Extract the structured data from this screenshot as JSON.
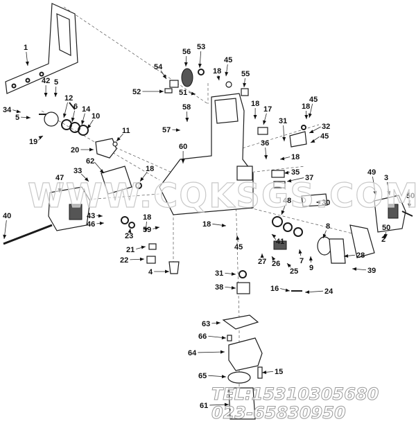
{
  "figure": {
    "watermark": "WWW.CQKSGS.COM",
    "contact_tel": "TEL:15310305680",
    "contact_phone": "023-65830950"
  },
  "callouts": [
    {
      "id": "c1",
      "label": "1"
    },
    {
      "id": "c42",
      "label": "42"
    },
    {
      "id": "c5a",
      "label": "5"
    },
    {
      "id": "c34",
      "label": "34"
    },
    {
      "id": "c5b",
      "label": "5"
    },
    {
      "id": "c12",
      "label": "12"
    },
    {
      "id": "c6",
      "label": "6"
    },
    {
      "id": "c14",
      "label": "14"
    },
    {
      "id": "c10",
      "label": "10"
    },
    {
      "id": "c19",
      "label": "19"
    },
    {
      "id": "c11",
      "label": "11"
    },
    {
      "id": "c20",
      "label": "20"
    },
    {
      "id": "c56",
      "label": "56"
    },
    {
      "id": "c53",
      "label": "53"
    },
    {
      "id": "c54",
      "label": "54"
    },
    {
      "id": "c45a",
      "label": "45"
    },
    {
      "id": "c18a",
      "label": "18"
    },
    {
      "id": "c55",
      "label": "55"
    },
    {
      "id": "c52",
      "label": "52"
    },
    {
      "id": "c51",
      "label": "51"
    },
    {
      "id": "c58",
      "label": "58"
    },
    {
      "id": "c57",
      "label": "57"
    },
    {
      "id": "c18b",
      "label": "18"
    },
    {
      "id": "c17",
      "label": "17"
    },
    {
      "id": "c18c",
      "label": "18"
    },
    {
      "id": "c45b",
      "label": "45"
    },
    {
      "id": "c31a",
      "label": "31"
    },
    {
      "id": "c32",
      "label": "32"
    },
    {
      "id": "c45c",
      "label": "45"
    },
    {
      "id": "c36",
      "label": "36"
    },
    {
      "id": "c18d",
      "label": "18"
    },
    {
      "id": "c60",
      "label": "60"
    },
    {
      "id": "c62",
      "label": "62"
    },
    {
      "id": "c18e",
      "label": "18"
    },
    {
      "id": "c35",
      "label": "35"
    },
    {
      "id": "c37",
      "label": "37"
    },
    {
      "id": "c33",
      "label": "33"
    },
    {
      "id": "c47",
      "label": "47"
    },
    {
      "id": "c49",
      "label": "49"
    },
    {
      "id": "c3",
      "label": "3"
    },
    {
      "id": "c50a",
      "label": "50"
    },
    {
      "id": "c40",
      "label": "40"
    },
    {
      "id": "c43",
      "label": "43"
    },
    {
      "id": "c46",
      "label": "46"
    },
    {
      "id": "c18f",
      "label": "18"
    },
    {
      "id": "c59",
      "label": "59"
    },
    {
      "id": "c23",
      "label": "23"
    },
    {
      "id": "c21",
      "label": "21"
    },
    {
      "id": "c22",
      "label": "22"
    },
    {
      "id": "c18g",
      "label": "18"
    },
    {
      "id": "c45d",
      "label": "45"
    },
    {
      "id": "c30",
      "label": "30"
    },
    {
      "id": "c48",
      "label": "48"
    },
    {
      "id": "c8",
      "label": "8"
    },
    {
      "id": "c50b",
      "label": "50"
    },
    {
      "id": "c2",
      "label": "2"
    },
    {
      "id": "c41",
      "label": "41"
    },
    {
      "id": "c27",
      "label": "27"
    },
    {
      "id": "c26",
      "label": "26"
    },
    {
      "id": "c25",
      "label": "25"
    },
    {
      "id": "c7",
      "label": "7"
    },
    {
      "id": "c9",
      "label": "9"
    },
    {
      "id": "c28",
      "label": "28"
    },
    {
      "id": "c39",
      "label": "39"
    },
    {
      "id": "c4",
      "label": "4"
    },
    {
      "id": "c31b",
      "label": "31"
    },
    {
      "id": "c38",
      "label": "38"
    },
    {
      "id": "c16",
      "label": "16"
    },
    {
      "id": "c24",
      "label": "24"
    },
    {
      "id": "c63",
      "label": "63"
    },
    {
      "id": "c66",
      "label": "66"
    },
    {
      "id": "c64",
      "label": "64"
    },
    {
      "id": "c15",
      "label": "15"
    },
    {
      "id": "c65",
      "label": "65"
    },
    {
      "id": "c61",
      "label": "61"
    }
  ]
}
